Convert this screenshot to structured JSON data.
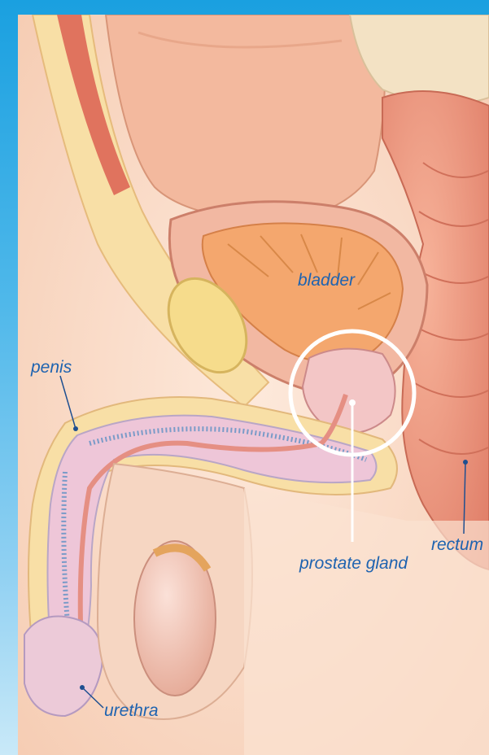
{
  "labels": {
    "penis": "penis",
    "bladder": "bladder",
    "rectum": "rectum",
    "prostate_gland": "prostate gland",
    "urethra": "urethra"
  },
  "colors": {
    "frame_top": "#1aa0e0",
    "frame_bottom": "#c9e9f8",
    "label_text": "#1e63b0",
    "leader_line": "#1e4f90",
    "highlight_ring": "#ffffff"
  }
}
